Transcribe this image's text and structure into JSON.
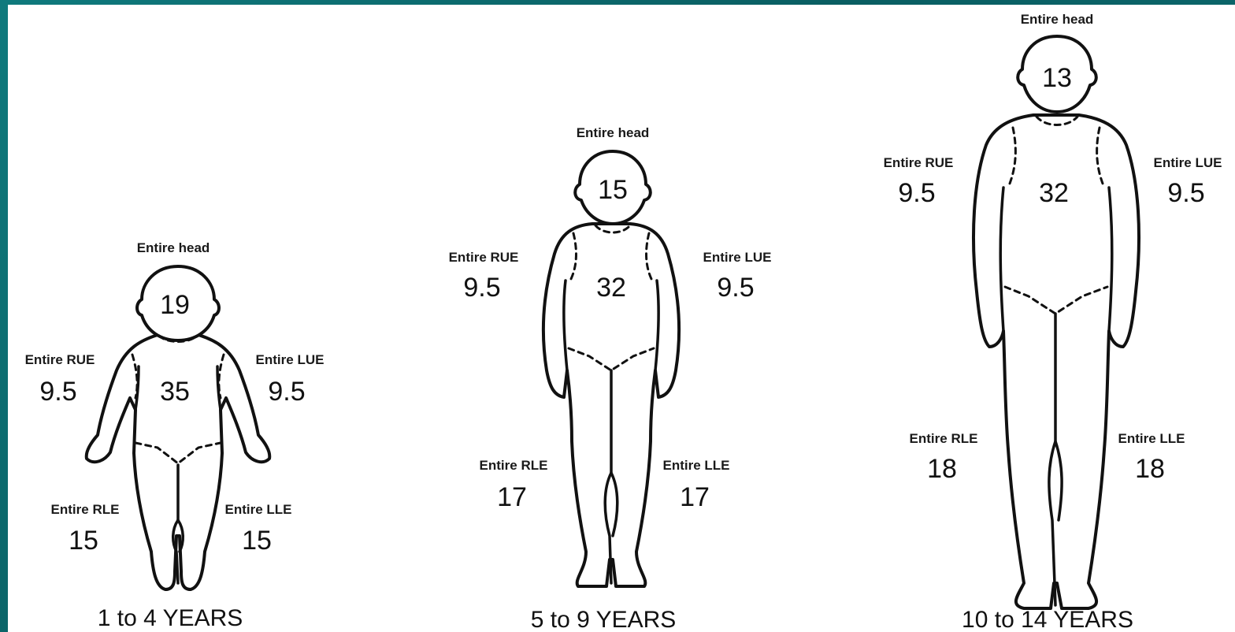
{
  "figures": [
    {
      "age_label": "1 to 4 YEARS",
      "head": {
        "label": "Entire head",
        "value": "19"
      },
      "trunk": {
        "value": "35"
      },
      "rue": {
        "label": "Entire RUE",
        "value": "9.5"
      },
      "lue": {
        "label": "Entire LUE",
        "value": "9.5"
      },
      "rle": {
        "label": "Entire RLE",
        "value": "15"
      },
      "lle": {
        "label": "Entire LLE",
        "value": "15"
      }
    },
    {
      "age_label": "5 to 9 YEARS",
      "head": {
        "label": "Entire head",
        "value": "15"
      },
      "trunk": {
        "value": "32"
      },
      "rue": {
        "label": "Entire RUE",
        "value": "9.5"
      },
      "lue": {
        "label": "Entire LUE",
        "value": "9.5"
      },
      "rle": {
        "label": "Entire RLE",
        "value": "17"
      },
      "lle": {
        "label": "Entire LLE",
        "value": "17"
      }
    },
    {
      "age_label": "10 to 14 YEARS",
      "head": {
        "label": "Entire head",
        "value": "13"
      },
      "trunk": {
        "value": "32"
      },
      "rue": {
        "label": "Entire RUE",
        "value": "9.5"
      },
      "lue": {
        "label": "Entire LUE",
        "value": "9.5"
      },
      "rle": {
        "label": "Entire RLE",
        "value": "18"
      },
      "lle": {
        "label": "Entire LLE",
        "value": "18"
      }
    }
  ],
  "colors": {
    "background": "#0e6f72",
    "panel": "#ffffff",
    "line": "#111111"
  }
}
